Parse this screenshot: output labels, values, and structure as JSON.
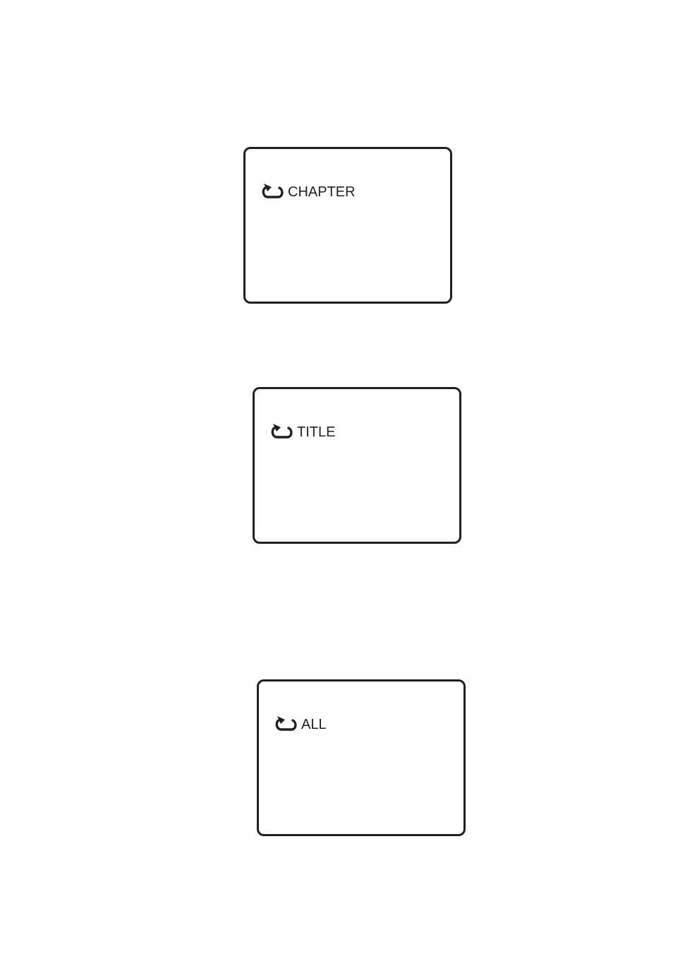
{
  "screens": [
    {
      "repeat_mode_label": "CHAPTER",
      "icon": "repeat-icon"
    },
    {
      "repeat_mode_label": "TITLE",
      "icon": "repeat-icon"
    },
    {
      "repeat_mode_label": "ALL",
      "icon": "repeat-icon"
    }
  ],
  "colors": {
    "ink": "#231f20",
    "background": "#ffffff"
  }
}
